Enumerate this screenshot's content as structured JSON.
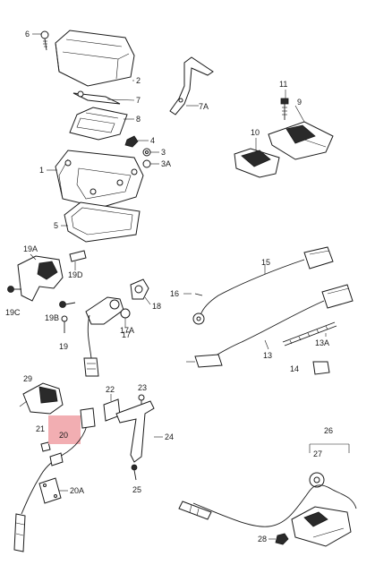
{
  "highlight_color": "#f0a0a4",
  "callouts": {
    "c1": "1",
    "c2": "2",
    "c3": "3",
    "c3a": "3A",
    "c4": "4",
    "c5": "5",
    "c6": "6",
    "c7": "7",
    "c7a": "7A",
    "c8": "8",
    "c9": "9",
    "c10": "10",
    "c11": "11",
    "c13": "13",
    "c13a": "13A",
    "c14": "14",
    "c15": "15",
    "c16": "16",
    "c17": "17",
    "c17a": "17A",
    "c18": "18",
    "c19": "19",
    "c19a": "19A",
    "c19b": "19B",
    "c19c": "19C",
    "c19d": "19D",
    "c20": "20",
    "c20a": "20A",
    "c21": "21",
    "c22": "22",
    "c23": "23",
    "c24": "24",
    "c25": "25",
    "c26": "26",
    "c27": "27",
    "c28": "28",
    "c29": "29"
  }
}
